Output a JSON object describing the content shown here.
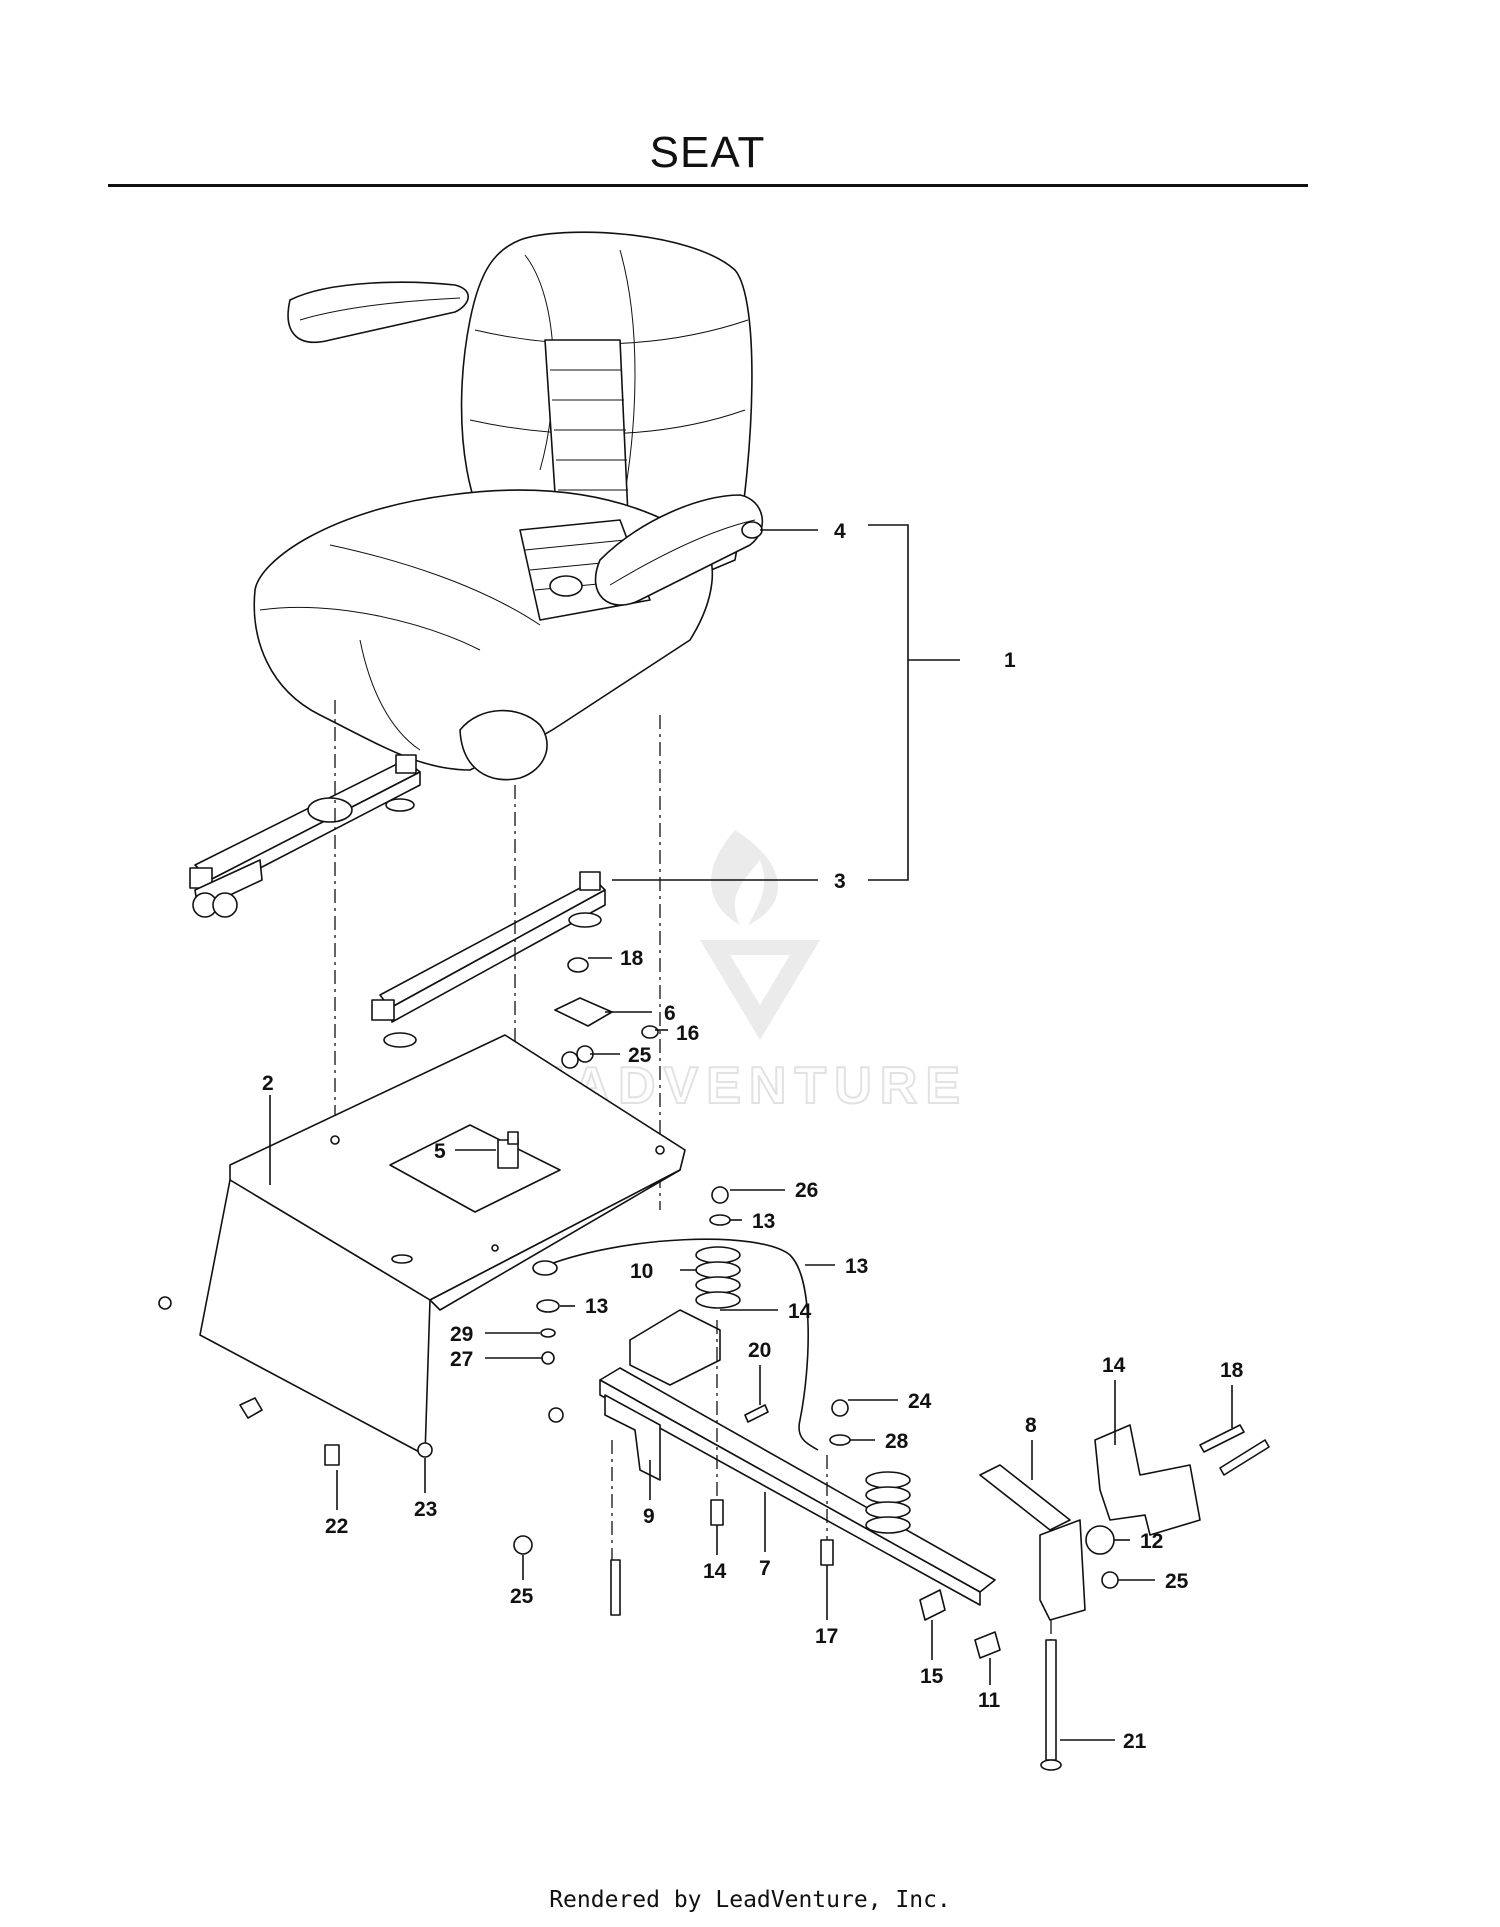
{
  "title": "SEAT",
  "footer": "Rendered by LeadVenture, Inc.",
  "watermark": "LEADVENTURE",
  "callouts": [
    {
      "id": "c4",
      "label": "4"
    },
    {
      "id": "c1",
      "label": "1"
    },
    {
      "id": "c3",
      "label": "3"
    },
    {
      "id": "c18a",
      "label": "18"
    },
    {
      "id": "c6",
      "label": "6"
    },
    {
      "id": "c16",
      "label": "16"
    },
    {
      "id": "c25a",
      "label": "25"
    },
    {
      "id": "c2",
      "label": "2"
    },
    {
      "id": "c5",
      "label": "5"
    },
    {
      "id": "c26",
      "label": "26"
    },
    {
      "id": "c13a",
      "label": "13"
    },
    {
      "id": "c13b",
      "label": "13"
    },
    {
      "id": "c10",
      "label": "10"
    },
    {
      "id": "c13c",
      "label": "13"
    },
    {
      "id": "c14a",
      "label": "14"
    },
    {
      "id": "c29",
      "label": "29"
    },
    {
      "id": "c27",
      "label": "27"
    },
    {
      "id": "c20",
      "label": "20"
    },
    {
      "id": "c24",
      "label": "24"
    },
    {
      "id": "c28",
      "label": "28"
    },
    {
      "id": "c14b",
      "label": "14"
    },
    {
      "id": "c18b",
      "label": "18"
    },
    {
      "id": "c8",
      "label": "8"
    },
    {
      "id": "c12",
      "label": "12"
    },
    {
      "id": "c25b",
      "label": "25"
    },
    {
      "id": "c22",
      "label": "22"
    },
    {
      "id": "c23",
      "label": "23"
    },
    {
      "id": "c9",
      "label": "9"
    },
    {
      "id": "c14c",
      "label": "14"
    },
    {
      "id": "c7",
      "label": "7"
    },
    {
      "id": "c17",
      "label": "17"
    },
    {
      "id": "c25c",
      "label": "25"
    },
    {
      "id": "c15",
      "label": "15"
    },
    {
      "id": "c11",
      "label": "11"
    },
    {
      "id": "c21",
      "label": "21"
    }
  ]
}
